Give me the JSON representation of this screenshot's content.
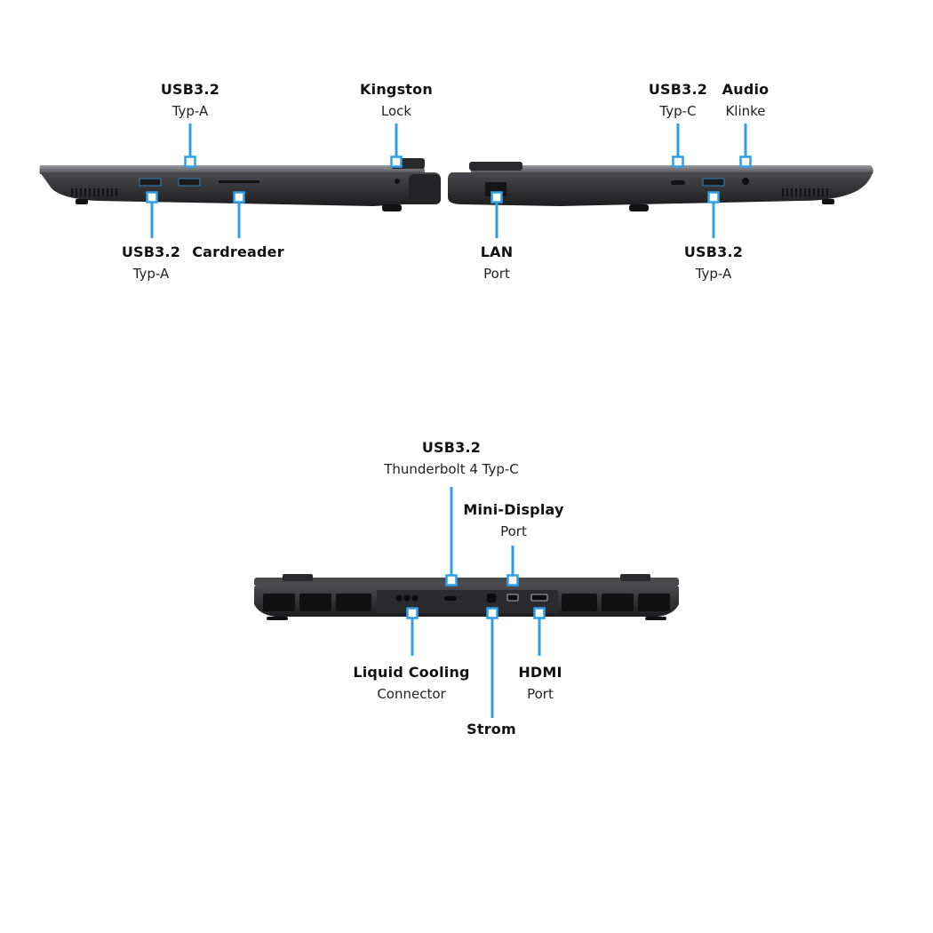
{
  "colors": {
    "callout": "#2e9fe6",
    "device_body": "#3a3a3d",
    "device_dark": "#1f1f21",
    "device_edge": "#8b8b8f",
    "text": "#111111"
  },
  "callouts": {
    "left_usb_top": {
      "title": "USB3.2",
      "subtitle": "Typ-A"
    },
    "left_kingston": {
      "title": "Kingston",
      "subtitle": "Lock"
    },
    "left_usb_bottom": {
      "title": "USB3.2",
      "subtitle": "Typ-A"
    },
    "left_cardreader": {
      "title": "Cardreader",
      "subtitle": ""
    },
    "right_usbc": {
      "title": "USB3.2",
      "subtitle": "Typ-C"
    },
    "right_audio": {
      "title": "Audio",
      "subtitle": "Klinke"
    },
    "right_lan": {
      "title": "LAN",
      "subtitle": "Port"
    },
    "right_usba": {
      "title": "USB3.2",
      "subtitle": "Typ-A"
    },
    "rear_thunderbolt": {
      "title": "USB3.2",
      "subtitle": "Thunderbolt 4 Typ-C"
    },
    "rear_minidp": {
      "title": "Mini-Display",
      "subtitle": "Port"
    },
    "rear_liquid": {
      "title": "Liquid Cooling",
      "subtitle": "Connector"
    },
    "rear_hdmi": {
      "title": "HDMI",
      "subtitle": "Port"
    },
    "rear_strom": {
      "title": "Strom",
      "subtitle": ""
    }
  }
}
